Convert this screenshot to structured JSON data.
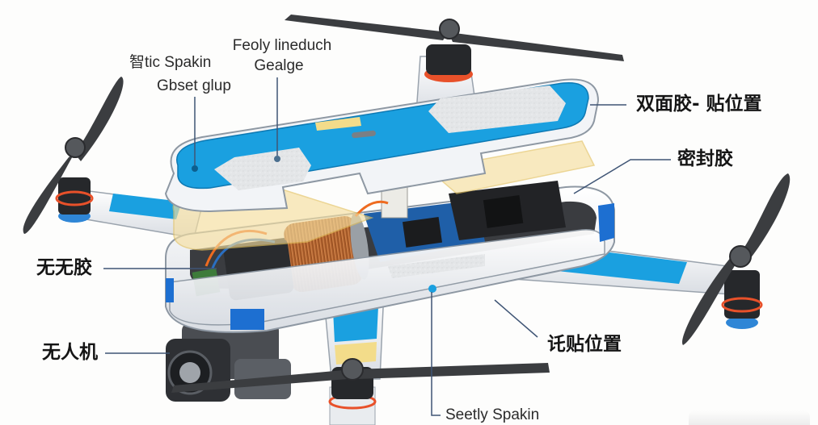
{
  "diagram": {
    "subject": "Drone exploded view with adhesive placement callouts",
    "colors": {
      "body_white": "#f2f4f7",
      "plate_blue": "#1aa0e0",
      "pad_texture": "#e6e8ea",
      "tape_yellow": "#f3dc8a",
      "seal_film": "#f6dfa0",
      "propeller": "#3b3d40",
      "motor_black": "#26282b",
      "motor_ring": "#e8512a",
      "motor_base_blue": "#2f86d6",
      "pcb_blue": "#1f5fa8",
      "coil_copper": "#c8743a",
      "callout_line": "#3f5575"
    },
    "labels": {
      "top_left_1": "智tic Spakin",
      "top_left_2": "Gbset glup",
      "top_center_1": "Feoly lineduch",
      "top_center_2": "Gealge",
      "right_double_sided_tape": "双面胶- 贴位置",
      "right_sealant": "密封胶",
      "left_no_glue": "无无胶",
      "left_drone": "无人机",
      "right_bottom_position": "讬贴位置",
      "bottom_center": "Seetly Spakin"
    }
  }
}
